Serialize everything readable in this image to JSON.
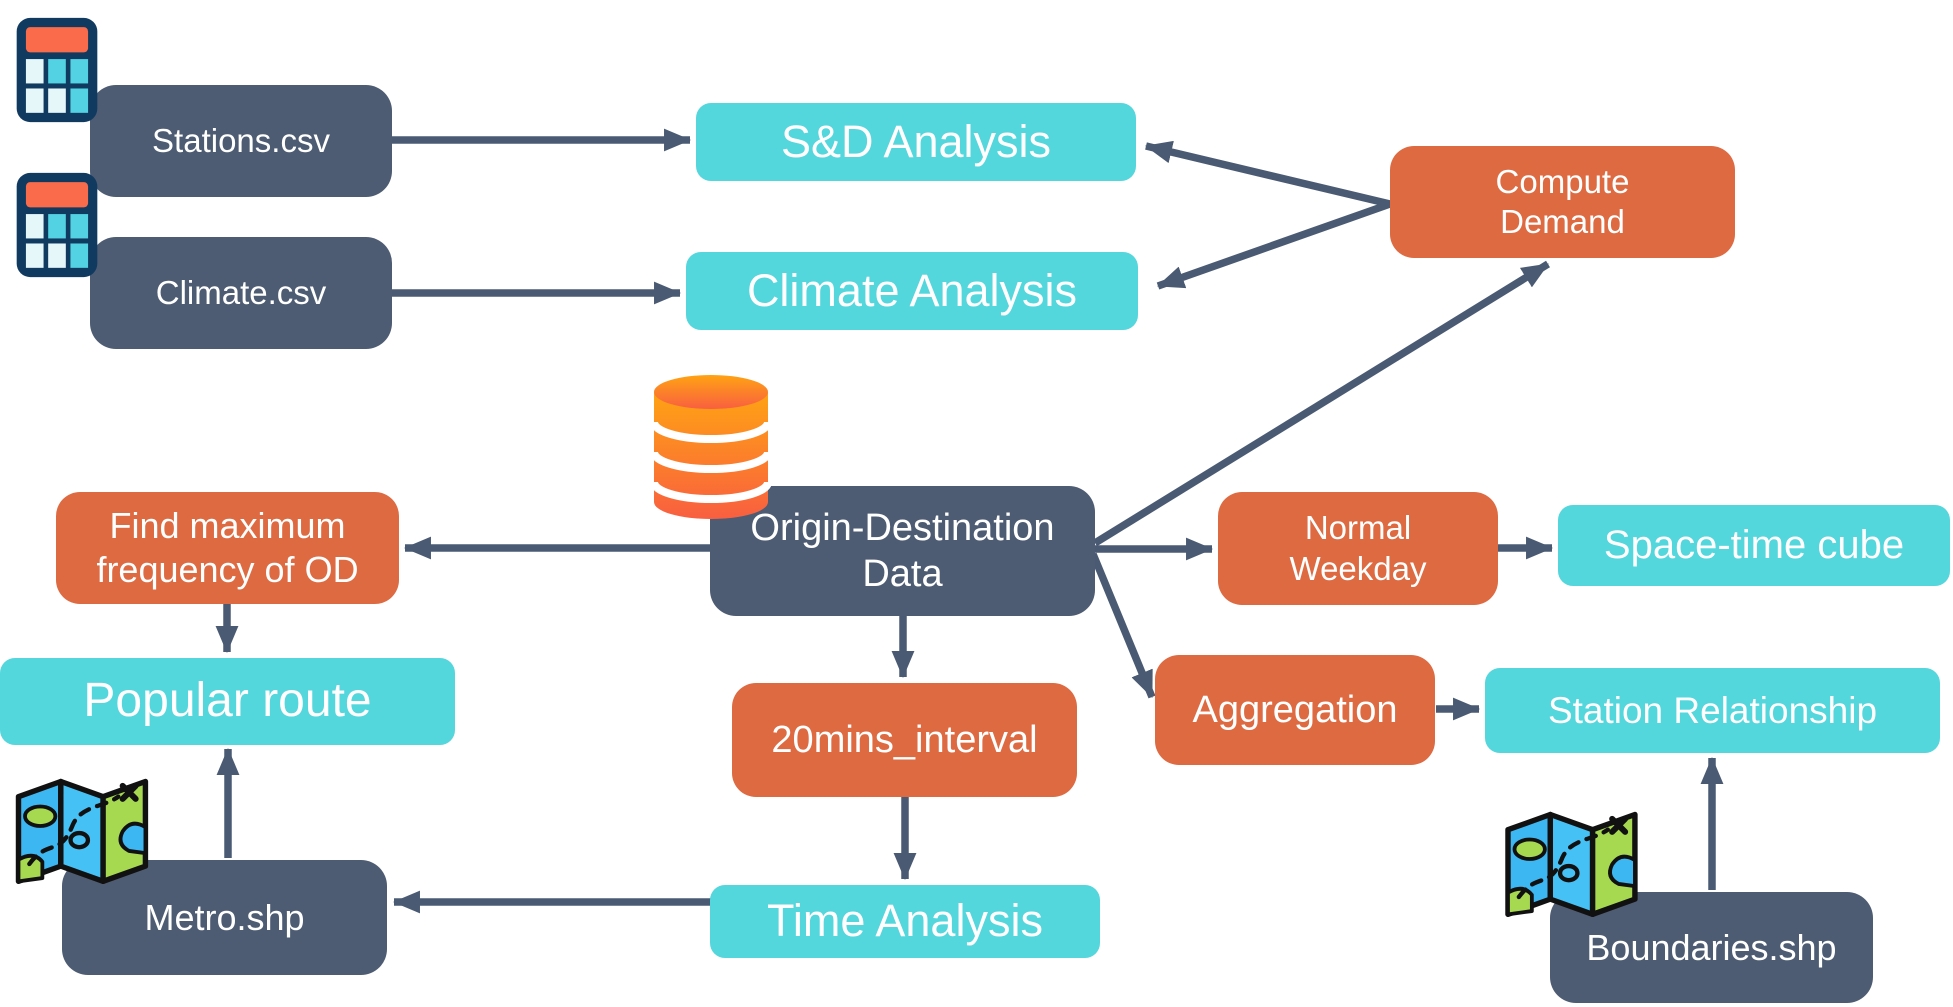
{
  "colors": {
    "background": "#FFFFFF",
    "node_slate": "#4D5C72",
    "node_cyan": "#53D6DC",
    "node_orange": "#DE6A42",
    "arrow": "#4A5A73",
    "label_text": "#FFFFFF",
    "db_icon_gradient_top": "#FFA313",
    "db_icon_gradient_bottom": "#F95F40",
    "table_icon_border": "#103A60",
    "table_icon_header": "#F96B4A",
    "table_icon_cell_light": "#E6F7FA",
    "table_icon_cell_cyan": "#52D2E2",
    "map_icon_blue": "#3DB7F2",
    "map_icon_green": "#A6D94F"
  },
  "nodes": {
    "stations_csv": {
      "label": "Stations.csv",
      "type": "slate"
    },
    "climate_csv": {
      "label": "Climate.csv",
      "type": "slate"
    },
    "sd_analysis": {
      "label": "S&D Analysis",
      "type": "cyan"
    },
    "climate_analysis": {
      "label": "Climate Analysis",
      "type": "cyan"
    },
    "compute_demand": {
      "label": "Compute Demand",
      "type": "orange"
    },
    "od_data": {
      "label": "Origin-Destination Data",
      "type": "slate"
    },
    "find_max_frequency": {
      "label": "Find maximum frequency of OD",
      "type": "orange"
    },
    "popular_route": {
      "label": "Popular route",
      "type": "cyan"
    },
    "metro_shp": {
      "label": "Metro.shp",
      "type": "slate"
    },
    "interval_20mins": {
      "label": "20mins_interval",
      "type": "orange"
    },
    "time_analysis": {
      "label": "Time Analysis",
      "type": "cyan"
    },
    "normal_weekday": {
      "label": "Normal Weekday",
      "type": "orange"
    },
    "space_time_cube": {
      "label": "Space-time cube",
      "type": "cyan"
    },
    "aggregation": {
      "label": "Aggregation",
      "type": "orange"
    },
    "station_relationship": {
      "label": "Station Relationship",
      "type": "cyan"
    },
    "boundaries_shp": {
      "label": "Boundaries.shp",
      "type": "slate"
    }
  },
  "icons": [
    {
      "name": "table-icon",
      "attached_to": "stations_csv"
    },
    {
      "name": "table-icon",
      "attached_to": "climate_csv"
    },
    {
      "name": "database-icon",
      "attached_to": "od_data"
    },
    {
      "name": "map-icon",
      "attached_to": "metro_shp"
    },
    {
      "name": "map-icon",
      "attached_to": "boundaries_shp"
    }
  ],
  "edges": [
    {
      "from": "stations_csv",
      "to": "sd_analysis"
    },
    {
      "from": "climate_csv",
      "to": "climate_analysis"
    },
    {
      "from": "compute_demand",
      "to": "sd_analysis"
    },
    {
      "from": "compute_demand",
      "to": "climate_analysis"
    },
    {
      "from": "od_data",
      "to": "compute_demand"
    },
    {
      "from": "od_data",
      "to": "find_max_frequency"
    },
    {
      "from": "find_max_frequency",
      "to": "popular_route"
    },
    {
      "from": "metro_shp",
      "to": "popular_route"
    },
    {
      "from": "od_data",
      "to": "interval_20mins"
    },
    {
      "from": "interval_20mins",
      "to": "time_analysis"
    },
    {
      "from": "time_analysis",
      "to": "metro_shp"
    },
    {
      "from": "od_data",
      "to": "normal_weekday"
    },
    {
      "from": "normal_weekday",
      "to": "space_time_cube"
    },
    {
      "from": "od_data",
      "to": "aggregation"
    },
    {
      "from": "aggregation",
      "to": "station_relationship"
    },
    {
      "from": "boundaries_shp",
      "to": "station_relationship"
    }
  ]
}
